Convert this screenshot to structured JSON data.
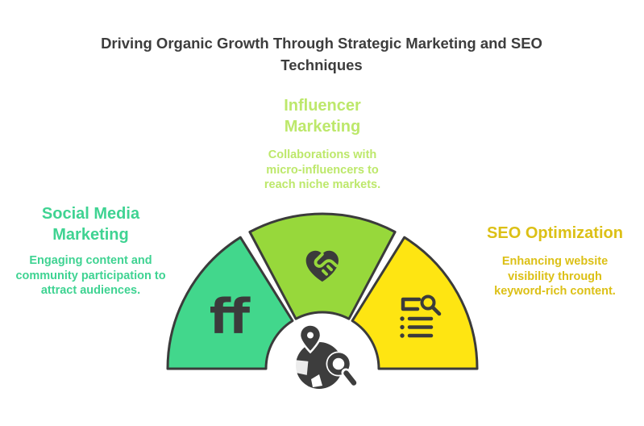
{
  "title": "Driving Organic Growth Through Strategic Marketing and SEO Techniques",
  "colors": {
    "background": "#FFFFFF",
    "title_text": "#3D3D3D",
    "outline": "#3B3B3B",
    "icon_dark": "#3B3B3B",
    "social_text": "#3FD392",
    "influencer_text": "#BDE86B",
    "seo_text": "#DCC016"
  },
  "sections": {
    "influencer": {
      "heading": "Influencer Marketing",
      "description": "Collaborations with micro-influencers to reach niche markets."
    },
    "social": {
      "heading": "Social Media Marketing",
      "description": "Engaging content and community participation to attract audiences."
    },
    "seo": {
      "heading": "SEO Optimization",
      "description": "Enhancing website visibility through keyword-rich content."
    }
  },
  "gauge": {
    "type": "semicircle-3-segment",
    "segments": [
      {
        "id": "social-media",
        "label": "Social Media Marketing",
        "color": "#42D78C",
        "icon": "ff-logo",
        "icon_text": "ff"
      },
      {
        "id": "influencer",
        "label": "Influencer Marketing",
        "color": "#97D83B",
        "icon": "heart-handshake"
      },
      {
        "id": "seo",
        "label": "SEO Optimization",
        "color": "#FEE512",
        "icon": "checklist-search"
      }
    ],
    "center_icon": "globe-pin-magnifier"
  }
}
